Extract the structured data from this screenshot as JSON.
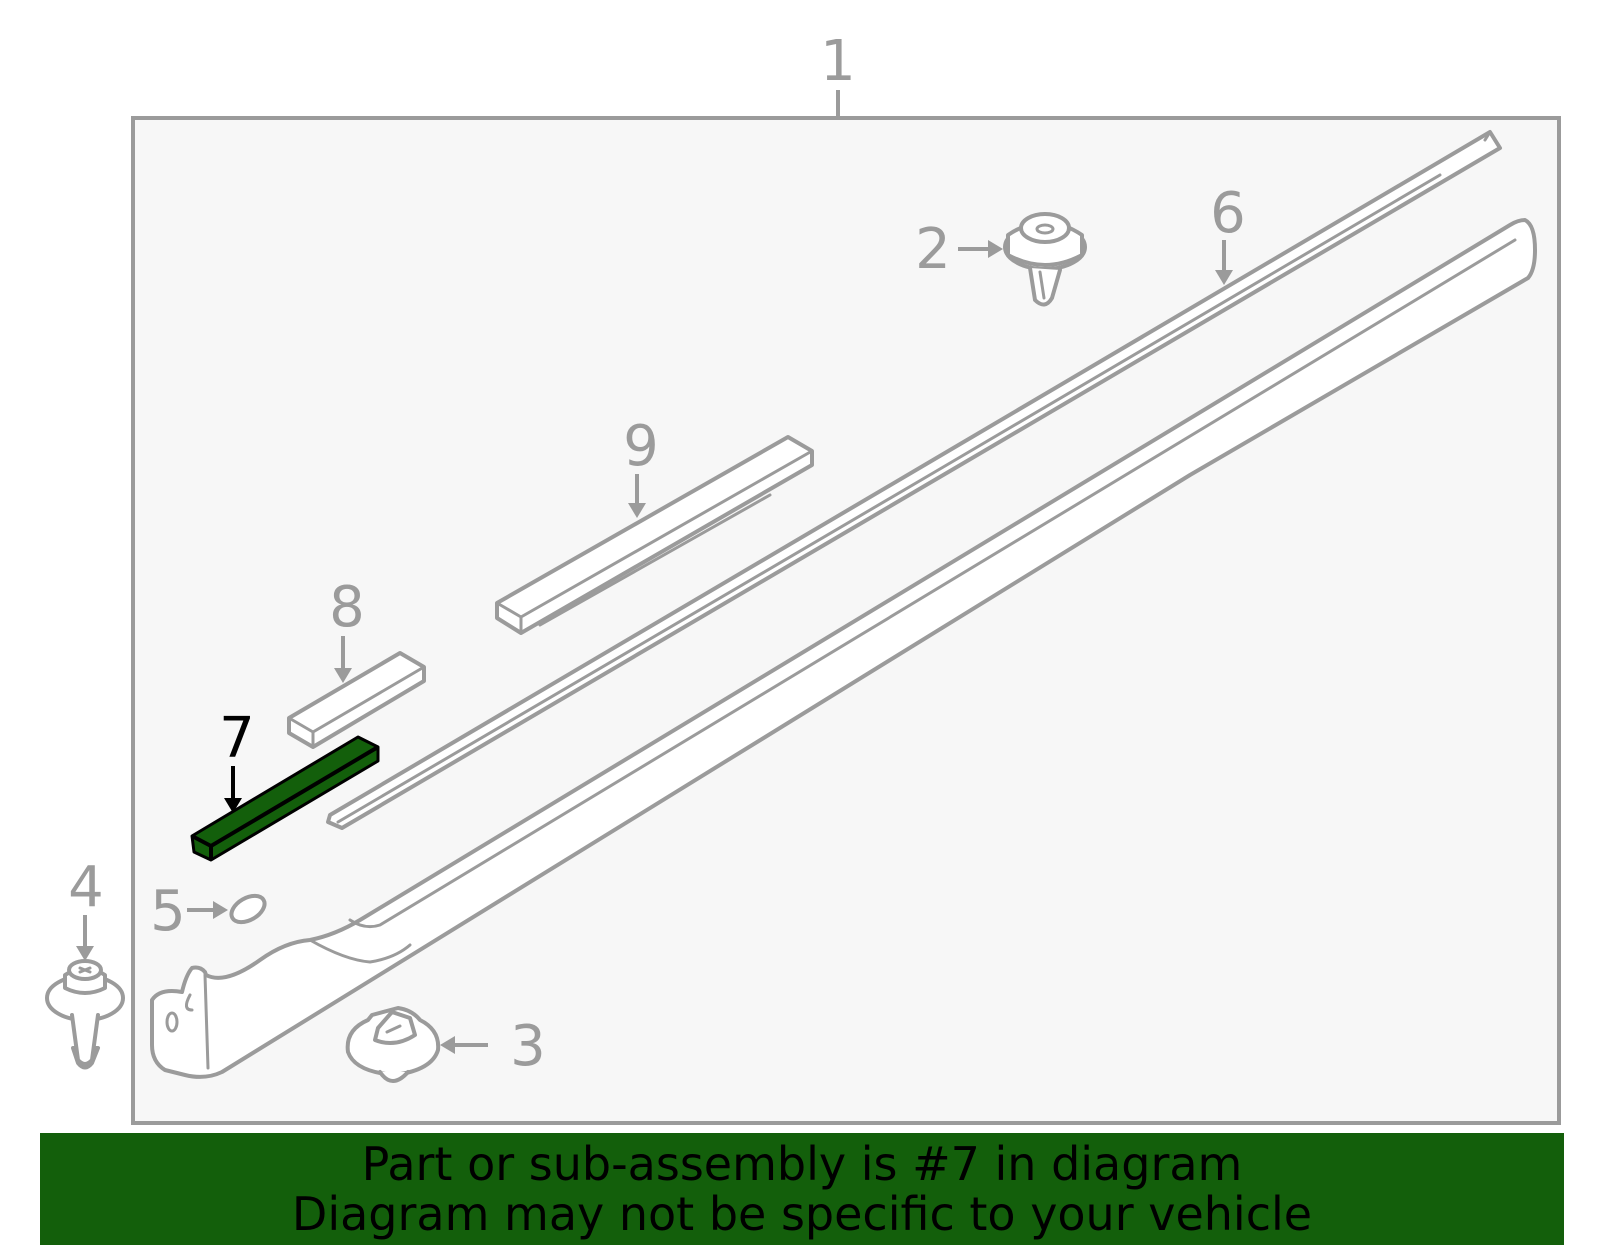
{
  "diagram": {
    "highlighted_part": "7",
    "accent_color": "#135f0b",
    "callouts": {
      "c1": "1",
      "c2": "2",
      "c3": "3",
      "c4": "4",
      "c5": "5",
      "c6": "6",
      "c7": "7",
      "c8": "8",
      "c9": "9"
    }
  },
  "banner": {
    "line1": "Part or sub-assembly is #7 in diagram",
    "line2": "Diagram may not be specific to your vehicle"
  }
}
